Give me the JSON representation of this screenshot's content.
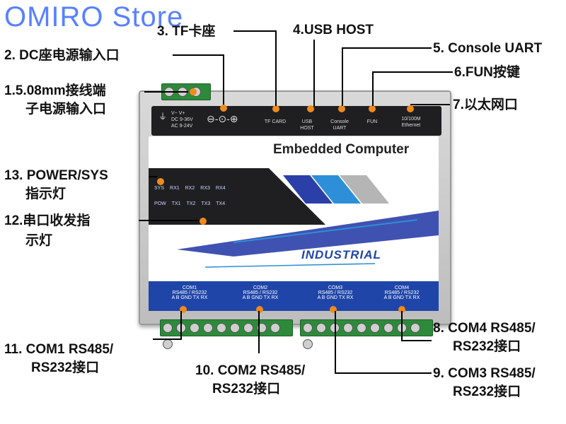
{
  "watermark": "OMIRO Store",
  "callouts": {
    "c1": "2. DC座电源输入口",
    "c2a": "1.5.08mm接线端",
    "c2b": "子电源输入口",
    "c3": "3. TF卡座",
    "c4": "4.USB HOST",
    "c5": "5. Console UART",
    "c6": "6.FUN按键",
    "c7": "7.以太网口",
    "c8a": "8. COM4 RS485/",
    "c8b": "RS232接口",
    "c9a": "9. COM3 RS485/",
    "c9b": "RS232接口",
    "c10a": "10. COM2 RS485/",
    "c10b": "RS232接口",
    "c11a": "11. COM1 RS485/",
    "c11b": "RS232接口",
    "c12a": "12.串口收发指",
    "c12b": "示灯",
    "c13a": "13. POWER/SYS",
    "c13b": "指示灯"
  },
  "device": {
    "brand_text": "Embedded Computer",
    "industrial_text": "INDUSTRIAL",
    "power_label_a": "V−   V+",
    "power_label_b": "DC  9-36V",
    "power_label_c": "AC  9-24V",
    "ports": [
      "TF CARD",
      "USB HOST",
      "Console UART",
      "FUN",
      "10/100M Ethernet"
    ],
    "led_row1": [
      "SYS",
      "RX1",
      "RX2",
      "RX3",
      "RX4"
    ],
    "led_row2": [
      "POW",
      "TX1",
      "TX2",
      "TX3",
      "TX4"
    ],
    "coms": [
      {
        "name": "COM1",
        "type": "RS485 / RS232",
        "pins": "A   B   GND  TX   RX"
      },
      {
        "name": "COM2",
        "type": "RS485 / RS232",
        "pins": "A   B   GND  TX   RX"
      },
      {
        "name": "COM3",
        "type": "RS485 / RS232",
        "pins": "A   B   GND  TX   RX"
      },
      {
        "name": "COM4",
        "type": "RS485 / RS232",
        "pins": "A   B   GND  TX   RX"
      }
    ]
  }
}
